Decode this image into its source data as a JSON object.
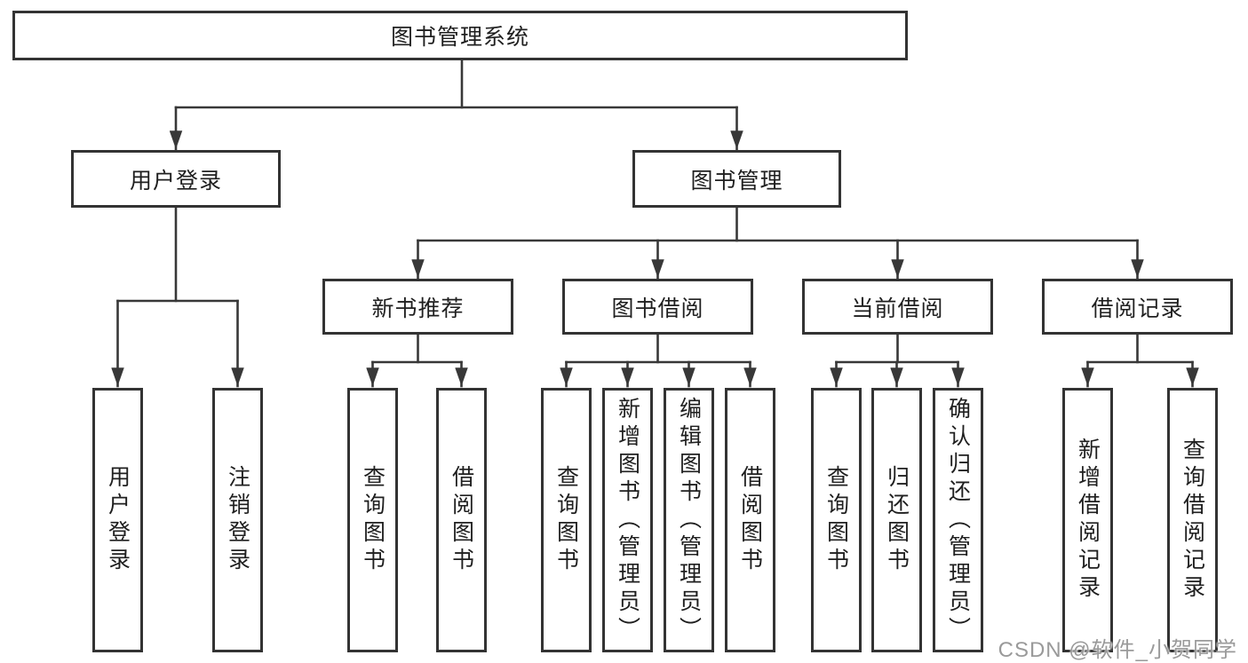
{
  "tree": {
    "label": "图书管理系统",
    "children": [
      {
        "label": "用户登录",
        "children": [
          {
            "label": "用户登录"
          },
          {
            "label": "注销登录"
          }
        ]
      },
      {
        "label": "图书管理",
        "children": [
          {
            "label": "新书推荐",
            "children": [
              {
                "label": "查询图书"
              },
              {
                "label": "借阅图书"
              }
            ]
          },
          {
            "label": "图书借阅",
            "children": [
              {
                "label": "查询图书"
              },
              {
                "label": "新增图书（管理员）"
              },
              {
                "label": "编辑图书（管理员）"
              },
              {
                "label": "借阅图书"
              }
            ]
          },
          {
            "label": "当前借阅",
            "children": [
              {
                "label": "查询图书"
              },
              {
                "label": "归还图书"
              },
              {
                "label": "确认归还（管理员）"
              }
            ]
          },
          {
            "label": "借阅记录",
            "children": [
              {
                "label": "新增借阅记录"
              },
              {
                "label": "查询借阅记录"
              }
            ]
          }
        ]
      }
    ]
  },
  "watermark": {
    "text": "CSDN @软件_小贺同学"
  },
  "colors": {
    "line": "#383838",
    "border": "#333333",
    "text": "#1f1f1f",
    "watermark": "#9a9a9a",
    "background": "#ffffff"
  }
}
